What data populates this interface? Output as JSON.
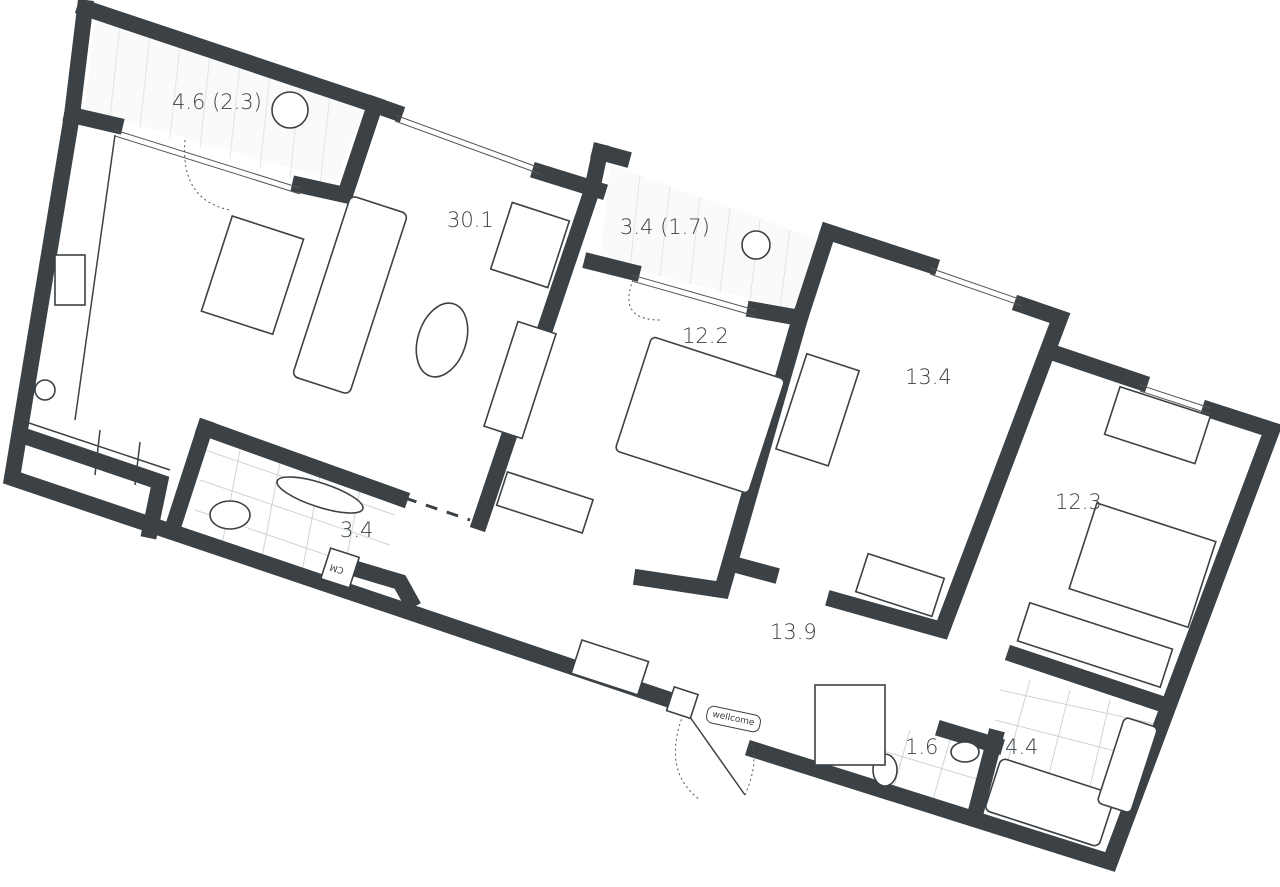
{
  "rooms": [
    {
      "id": "balcony-1",
      "area": "4.6 (2.3)"
    },
    {
      "id": "living-kitchen",
      "area": "30.1"
    },
    {
      "id": "balcony-2",
      "area": "3.4 (1.7)"
    },
    {
      "id": "bedroom-1",
      "area": "12.2"
    },
    {
      "id": "bedroom-2",
      "area": "13.4"
    },
    {
      "id": "bedroom-3",
      "area": "12.3"
    },
    {
      "id": "bathroom-1",
      "area": "3.4"
    },
    {
      "id": "hallway",
      "area": "13.9"
    },
    {
      "id": "toilet",
      "area": "1.6"
    },
    {
      "id": "bathroom-2",
      "area": "4.4"
    }
  ],
  "labels": {
    "doormat": "wellcome",
    "washing_machine": "CM"
  },
  "colors": {
    "wall": "#3b4145",
    "tile": "#cfd3d5"
  }
}
